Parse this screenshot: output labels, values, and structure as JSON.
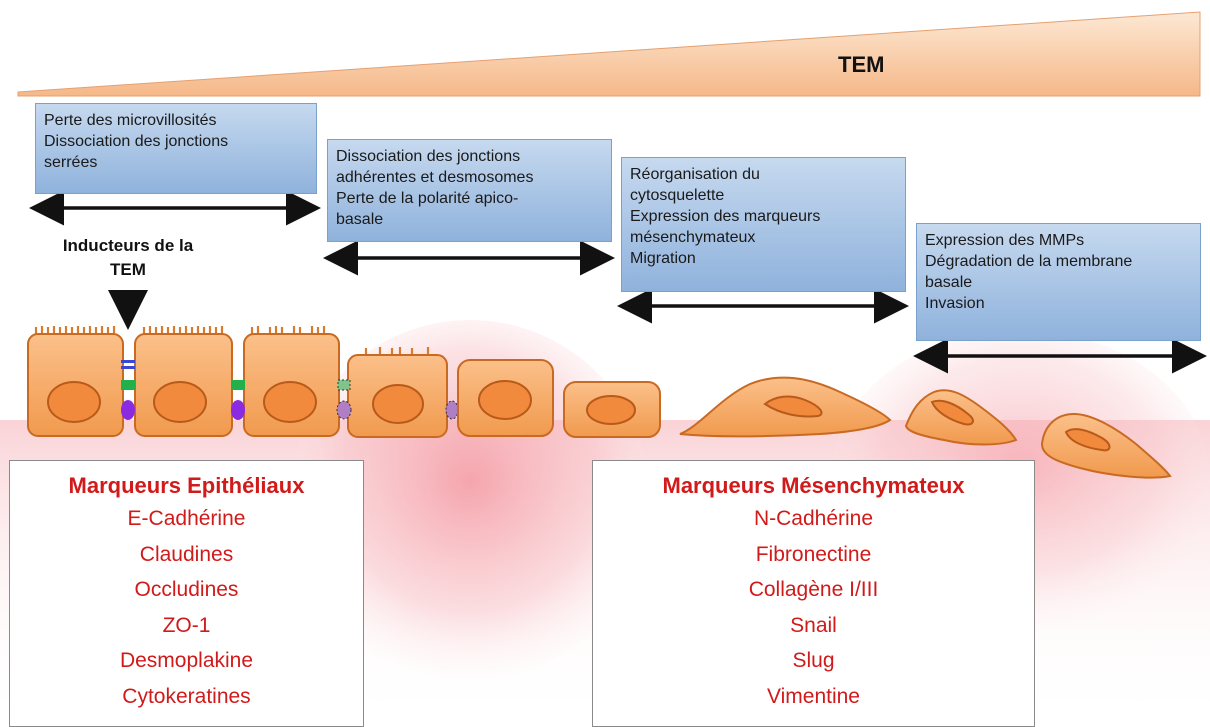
{
  "header": {
    "label": "TEM"
  },
  "stages": [
    {
      "lines": [
        "Perte des microvillosités",
        "Dissociation des jonctions",
        "serrées"
      ]
    },
    {
      "lines": [
        "Dissociation des jonctions",
        "adhérentes et desmosomes",
        "Perte de la polarité apico-",
        "basale"
      ]
    },
    {
      "lines": [
        "Réorganisation du",
        "cytosquelette",
        "Expression des marqueurs",
        "mésenchymateux",
        "Migration"
      ]
    },
    {
      "lines": [
        "Expression des MMPs",
        "Dégradation de la membrane",
        "basale",
        "Invasion"
      ]
    }
  ],
  "inducer": {
    "line1": "Inducteurs de la",
    "line2": "TEM"
  },
  "epithelial_markers": {
    "title": "Marqueurs Epithéliaux",
    "items": [
      "E-Cadhérine",
      "Claudines",
      "Occludines",
      "ZO-1",
      "Desmoplakine",
      "Cytokeratines"
    ]
  },
  "mesenchymal_markers": {
    "title": "Marqueurs Mésenchymateux",
    "items": [
      "N-Cadhérine",
      "Fibronectine",
      "Collagène I/III",
      "Snail",
      "Slug",
      "Vimentine"
    ]
  },
  "colors": {
    "wedge_top": "#fde6cf",
    "wedge_bottom": "#f6b98a",
    "cell_fill": "#f5a761",
    "cell_stroke": "#c96a22",
    "nucleus_fill": "#f08a3c",
    "marker_text": "#d11a1a",
    "tight_junction": "#3a46d6",
    "adherens_junction": "#22b04a",
    "desmosome": "#8a2be2",
    "pink_glow": "#f4a6ad"
  }
}
